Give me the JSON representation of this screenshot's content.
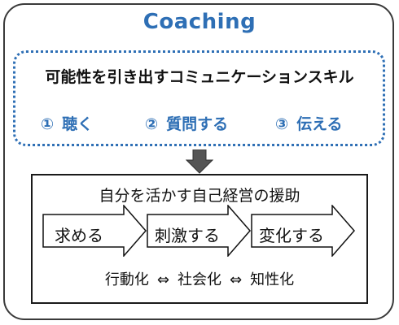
{
  "title": "Coaching",
  "skills": {
    "heading": "可能性を引き出すコミュニケーションスキル",
    "items": [
      {
        "num": "①",
        "label": "聴く"
      },
      {
        "num": "②",
        "label": "質問する"
      },
      {
        "num": "③",
        "label": "伝える"
      }
    ]
  },
  "process": {
    "heading": "自分を活かす自己経営の援助",
    "steps": [
      "求める",
      "刺激する",
      "変化する"
    ],
    "outcomes": [
      "行動化",
      "社会化",
      "知性化"
    ],
    "separator": "⇔"
  },
  "colors": {
    "accent": "#2e6fb5",
    "arrow_fill": "#555555",
    "border": "#1a1a1a"
  }
}
